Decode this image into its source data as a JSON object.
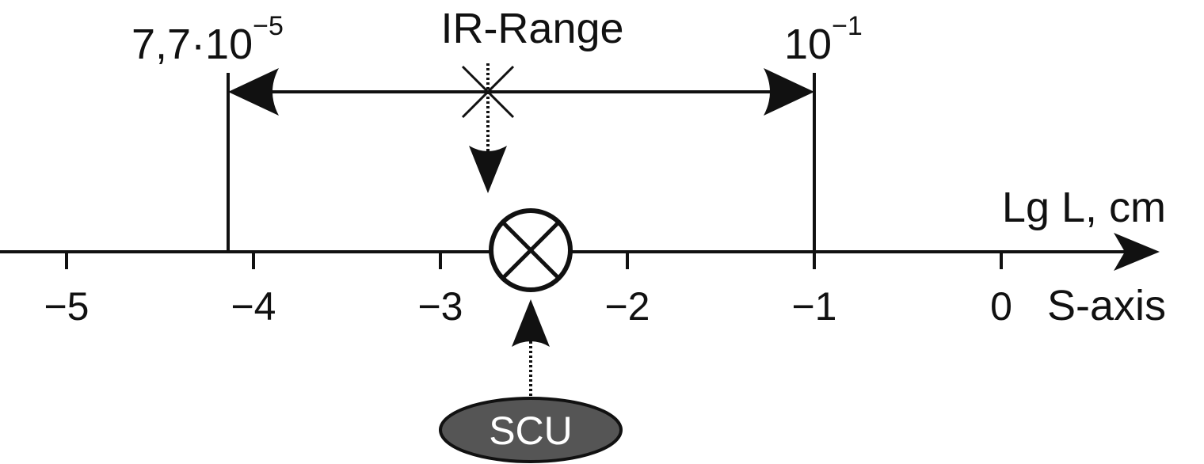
{
  "diagram": {
    "range_title": "IR-Range",
    "left_bound_label": {
      "base": "7,7·10",
      "exponent": "−5"
    },
    "right_bound_label": {
      "base": "10",
      "exponent": "−1"
    },
    "axis_top_label": "Lg L, cm",
    "axis_bottom_label": "S-axis",
    "ticks": [
      "−5",
      "−4",
      "−3",
      "−2",
      "−1",
      "0"
    ],
    "scu_label": "SCU"
  },
  "colors": {
    "ink": "#111111",
    "scu_fill": "#555555",
    "scu_text": "#ffffff"
  }
}
